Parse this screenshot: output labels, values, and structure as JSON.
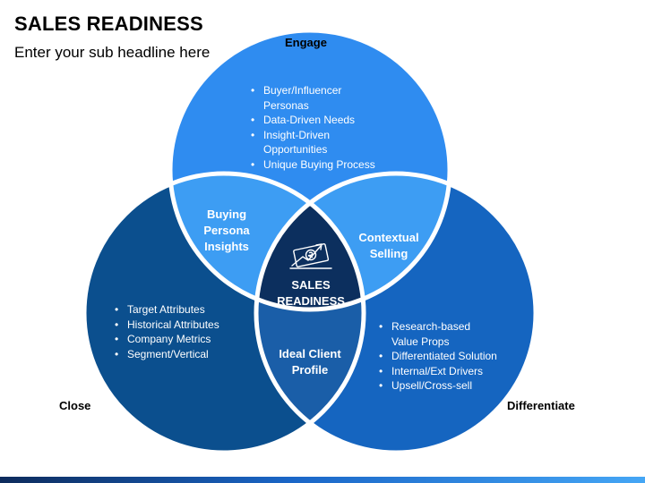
{
  "header": {
    "title": "SALES READINESS",
    "subtitle": "Enter your sub headline here"
  },
  "circles": {
    "engage": {
      "label": "Engage",
      "color": "#2f8cf0",
      "items": [
        "Buyer/Influencer Personas",
        "Data-Driven Needs",
        "Insight-Driven Opportunities",
        "Unique Buying Process"
      ]
    },
    "close": {
      "label": "Close",
      "color": "#0b4f8e",
      "items": [
        "Target Attributes",
        "Historical Attributes",
        "Company Metrics",
        "Segment/Vertical"
      ]
    },
    "differentiate": {
      "label": "Differentiate",
      "color": "#1565c0",
      "items": [
        "Research-based Value Props",
        "Differentiated Solution",
        "Internal/Ext Drivers",
        "Upsell/Cross-sell"
      ]
    }
  },
  "overlaps": {
    "engage_close": "Buying Persona Insights",
    "engage_differentiate": "Contextual Selling",
    "close_differentiate": "Ideal Client Profile",
    "center": "SALES READINESS"
  },
  "icons": {
    "center_icon": "money-growth-icon"
  },
  "colors": {
    "overlap_light": "#3d9df3",
    "overlap_dark": "#1a5ea8",
    "center": "#0c2f5e",
    "outline": "#ffffff"
  }
}
